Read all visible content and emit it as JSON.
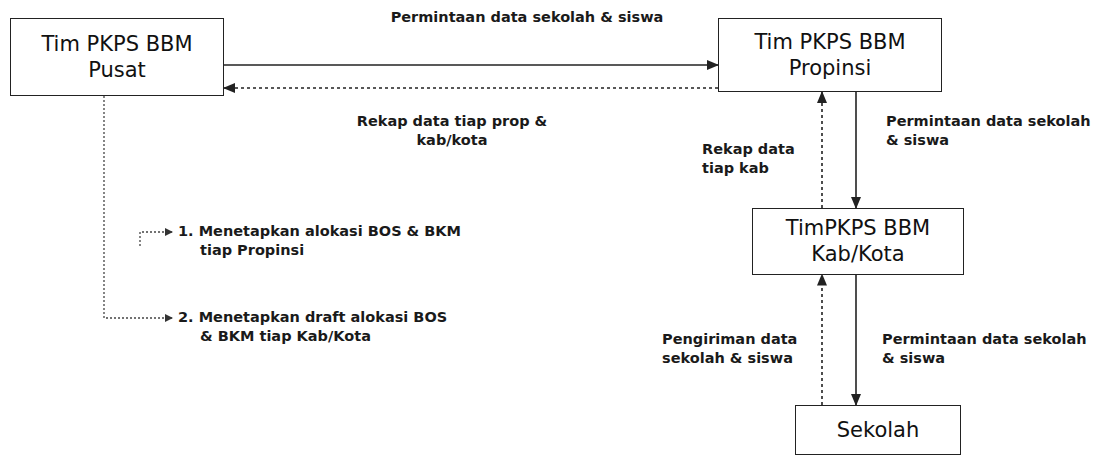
{
  "diagram": {
    "nodes": [
      {
        "text": [
          "Tim PKPS BBM Pusat"
        ]
      },
      {
        "text": [
          "Tim PKPS BBM Propinsi"
        ]
      },
      {
        "text": [
          "TimPKPS BBM Kab/Kota"
        ]
      },
      {
        "text": [
          "Sekolah"
        ]
      }
    ],
    "edges": [
      {
        "from": 0,
        "to": 1,
        "arrow": "to",
        "label": "Permintaan data sekolah & siswa"
      },
      {
        "from": 1,
        "to": 0,
        "arrow": "to",
        "label": "Rekap data tiap prop & kab/kota"
      },
      {
        "from": 1,
        "to": 2,
        "arrow": "to",
        "label": "Permintaan data sekolah & siswa"
      },
      {
        "from": 2,
        "to": 1,
        "arrow": "to",
        "label": "Rekap data tiap kab"
      },
      {
        "from": 2,
        "to": 3,
        "arrow": "to",
        "label": "Permintaan data sekolah & siswa"
      },
      {
        "from": 3,
        "to": 2,
        "arrow": "to",
        "label": "Pengiriman data sekolah & siswa"
      }
    ],
    "labels": [
      "1. Menetapkan alokasi BOS & BKM tiap Propinsi",
      "2. Menetapkan draft alokasi BOS & BKM tiap Kab/Kota"
    ]
  }
}
